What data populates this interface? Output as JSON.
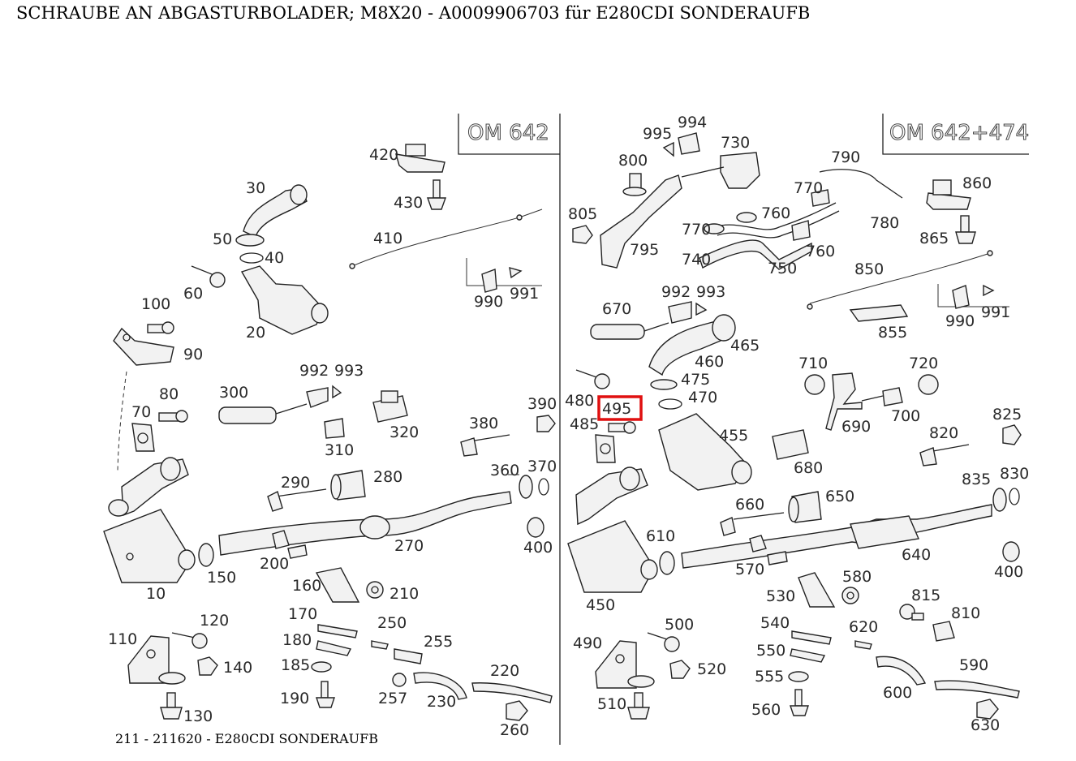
{
  "title": "SCHRAUBE AN ABGASTURBOLADER; M8X20 - A0009906703 für E280CDI SONDERAUFB",
  "footer": "211 - 211620 - E280CDI SONDERAUFB",
  "highlight_color": "#e01010",
  "highlighted_part": "495",
  "engine_labels": {
    "left": "OM 642",
    "right": "OM 642+474"
  },
  "labels": {
    "l420": "420",
    "l430": "430",
    "l30": "30",
    "l50": "50",
    "l40": "40",
    "l60": "60",
    "l20": "20",
    "l410": "410",
    "l990a": "990",
    "l991a": "991",
    "l100": "100",
    "l90": "90",
    "l80": "80",
    "l70": "70",
    "l300": "300",
    "l992a": "992",
    "l993a": "993",
    "l310": "310",
    "l320": "320",
    "l290": "290",
    "l280": "280",
    "l380": "380",
    "l360": "360",
    "l370": "370",
    "l390": "390",
    "l270": "270",
    "l400a": "400",
    "l150": "150",
    "l200": "200",
    "l160": "160",
    "l210": "210",
    "l10": "10",
    "l110": "110",
    "l120": "120",
    "l140": "140",
    "l130": "130",
    "l170": "170",
    "l180": "180",
    "l185": "185",
    "l190": "190",
    "l250": "250",
    "l255": "255",
    "l257": "257",
    "l230": "230",
    "l220": "220",
    "l260": "260",
    "l995": "995",
    "l994": "994",
    "l730": "730",
    "l800": "800",
    "l790": "790",
    "l770a": "770",
    "l860": "860",
    "l805": "805",
    "l795": "795",
    "l770b": "770",
    "l760a": "760",
    "l780": "780",
    "l865": "865",
    "l740": "740",
    "l750": "750",
    "l760b": "760",
    "l850": "850",
    "l990b": "990",
    "l991b": "991",
    "l855": "855",
    "l670": "670",
    "l992b": "992",
    "l993b": "993",
    "l465": "465",
    "l460": "460",
    "l475": "475",
    "l470": "470",
    "l480": "480",
    "l495": "495",
    "l485": "485",
    "l455": "455",
    "l710": "710",
    "l720": "720",
    "l690": "690",
    "l700": "700",
    "l680": "680",
    "l820": "820",
    "l825": "825",
    "l835": "835",
    "l830": "830",
    "l660": "660",
    "l650": "650",
    "l610": "610",
    "l640": "640",
    "l400b": "400",
    "l570": "570",
    "l580": "580",
    "l530": "530",
    "l450": "450",
    "l500": "500",
    "l490": "490",
    "l520": "520",
    "l510": "510",
    "l540": "540",
    "l550": "550",
    "l555": "555",
    "l560": "560",
    "l815": "815",
    "l810": "810",
    "l620": "620",
    "l600": "600",
    "l590": "590",
    "l630": "630"
  }
}
